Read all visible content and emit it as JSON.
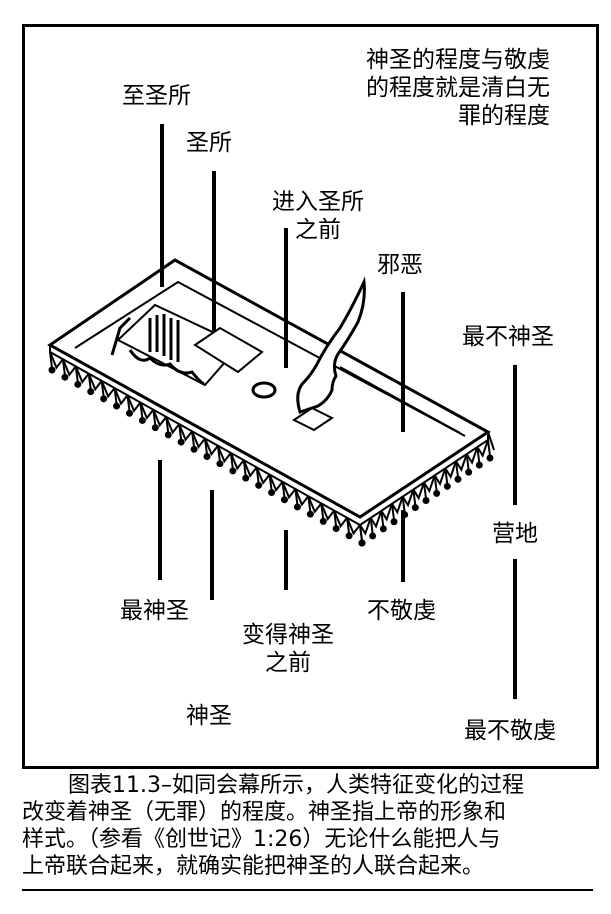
{
  "diagram": {
    "title_note": [
      "神圣的程度与敬虔",
      "的程度就是清白无",
      "罪的程度"
    ],
    "labels": {
      "most_holy_place": "至圣所",
      "holy_place": "圣所",
      "before_entering_holy_place": [
        "进入圣所",
        "之前"
      ],
      "evil": "邪恶",
      "least_holy": "最不神圣",
      "camp": "营地",
      "most_holy": "最神圣",
      "before_becoming_holy": [
        "变得神圣",
        "之前"
      ],
      "ungodly": "不敬虔",
      "holy": "神圣",
      "least_godly": "最不敬虔"
    },
    "illustration": {
      "subject": "tabernacle-courtyard",
      "elements": [
        "tent-of-meeting",
        "ark-of-covenant",
        "laver",
        "altar-with-fire",
        "courtyard-fence"
      ]
    }
  },
  "caption": {
    "lines": [
      "图表11.3–如同会幕所示，人类特征变化的过程",
      "改变着神圣（无罪）的程度。神圣指上帝的形象和",
      "样式。（参看《创世记》1:26）无论什么能把人与",
      "上帝联合起来，就确实能把神圣的人联合起来。"
    ]
  }
}
